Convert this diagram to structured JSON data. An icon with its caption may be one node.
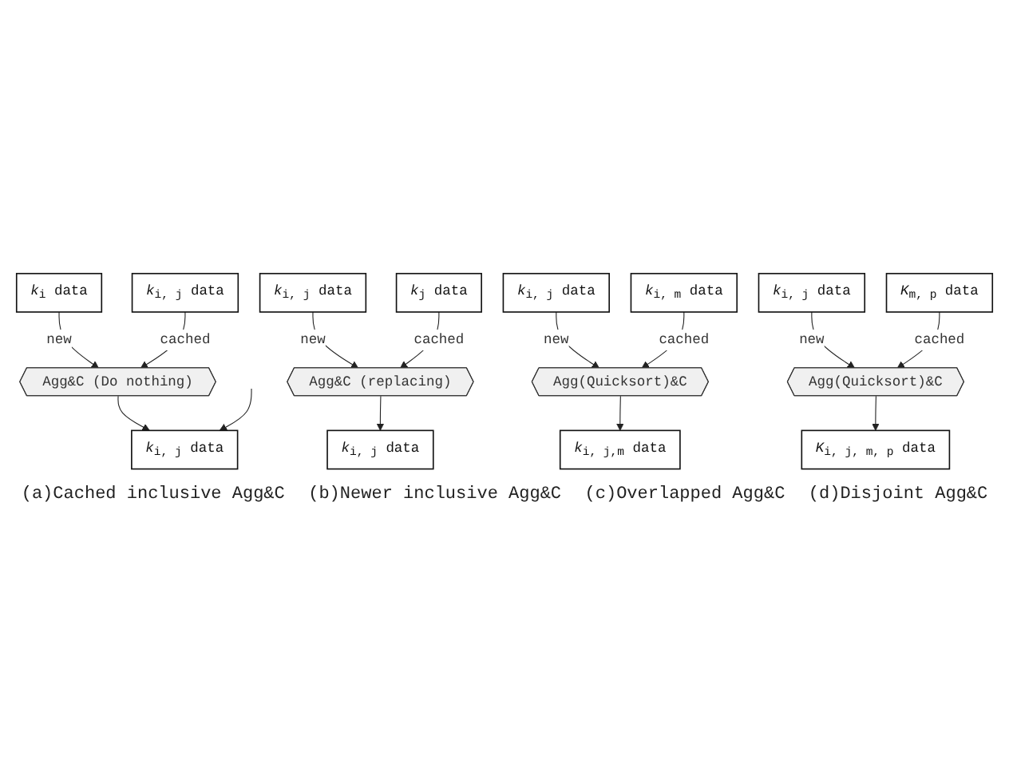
{
  "diagram": {
    "nodes": [
      {
        "text": [
          "*k*$_{i}$ data"
        ]
      },
      {
        "text": [
          "*k*$_{i, j}$ data"
        ]
      },
      {
        "text": [
          "Agg&C (Do nothing)"
        ]
      },
      {
        "text": [
          "*k*$_{i, j}$ data"
        ]
      },
      {
        "text": [
          "*k*$_{i, j}$ data"
        ]
      },
      {
        "text": [
          "*k*$_{j}$ data"
        ]
      },
      {
        "text": [
          "Agg&C (replacing)"
        ]
      },
      {
        "text": [
          "*k*$_{i, j}$ data"
        ]
      },
      {
        "text": [
          "*k*$_{i, j}$ data"
        ]
      },
      {
        "text": [
          "*k*$_{i, m}$ data"
        ]
      },
      {
        "text": [
          "Agg(Quicksort)&C"
        ]
      },
      {
        "text": [
          "*k*$_{i, j,m}$ data"
        ]
      },
      {
        "text": [
          "*k*$_{i, j}$ data"
        ]
      },
      {
        "text": [
          "*K*$_{m, p}$ data"
        ]
      },
      {
        "text": [
          "Agg(Quicksort)&C"
        ]
      },
      {
        "text": [
          "*K*$_{i, j, m, p}$ data"
        ]
      }
    ],
    "edges": [
      {
        "from": 0,
        "to": 2,
        "arrow": "to",
        "label": "new"
      },
      {
        "from": 1,
        "to": 2,
        "arrow": "to",
        "label": "cached"
      },
      {
        "from": 2,
        "to": 3,
        "arrow": "to"
      },
      {
        "from": null,
        "to": 3,
        "arrow": "to"
      },
      {
        "from": 4,
        "to": 6,
        "arrow": "to",
        "label": "new"
      },
      {
        "from": 5,
        "to": 6,
        "arrow": "to",
        "label": "cached"
      },
      {
        "from": 6,
        "to": 7,
        "arrow": "to"
      },
      {
        "from": 8,
        "to": 10,
        "arrow": "to",
        "label": "new"
      },
      {
        "from": 9,
        "to": 10,
        "arrow": "to",
        "label": "cached"
      },
      {
        "from": 10,
        "to": 11,
        "arrow": "to"
      },
      {
        "from": 12,
        "to": 14,
        "arrow": "to",
        "label": "new"
      },
      {
        "from": 13,
        "to": 14,
        "arrow": "to",
        "label": "cached"
      },
      {
        "from": 14,
        "to": 15,
        "arrow": "to"
      }
    ],
    "labels": [
      "(a)Cached inclusive Agg&C",
      "(b)Newer inclusive Agg&C",
      "(c)Overlapped Agg&C",
      "(d)Disjoint Agg&C"
    ]
  }
}
